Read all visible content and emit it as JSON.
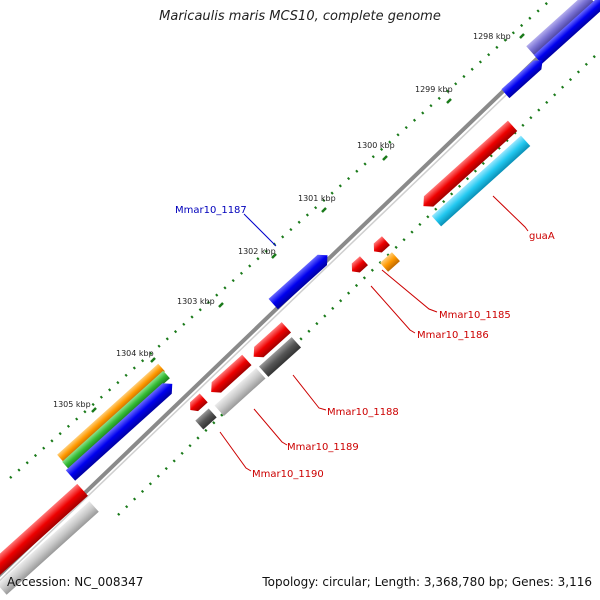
{
  "title": "Maricaulis maris MCS10, complete genome",
  "footer": {
    "accession": "Accession: NC_008347",
    "summary": "Topology: circular; Length: 3,368,780 bp; Genes: 3,116"
  },
  "ticks": [
    "1298 kbp",
    "1299 kbp",
    "1300 kbp",
    "1301 kbp",
    "1302 kbp",
    "1303 kbp",
    "1304 kbp",
    "1305 kbp"
  ],
  "gene_labels": [
    {
      "text": "Mmar10_1187",
      "color": "#0000bb"
    },
    {
      "text": "guaA",
      "color": "#cc0000"
    },
    {
      "text": "Mmar10_1185",
      "color": "#cc0000"
    },
    {
      "text": "Mmar10_1186",
      "color": "#cc0000"
    },
    {
      "text": "Mmar10_1188",
      "color": "#cc0000"
    },
    {
      "text": "Mmar10_1189",
      "color": "#cc0000"
    },
    {
      "text": "Mmar10_1190",
      "color": "#cc0000"
    }
  ],
  "colors": {
    "cds": "#ee0000",
    "gene": "#c8c8c8",
    "gene_dark": "#555555",
    "forward_blue": "#0000ee",
    "cyan": "#22c8f0",
    "orange": "#ff9900",
    "green": "#33bb33",
    "purple": "#7a72d4",
    "backbone": "#888888",
    "gc_dots": "#1a7a1a"
  }
}
